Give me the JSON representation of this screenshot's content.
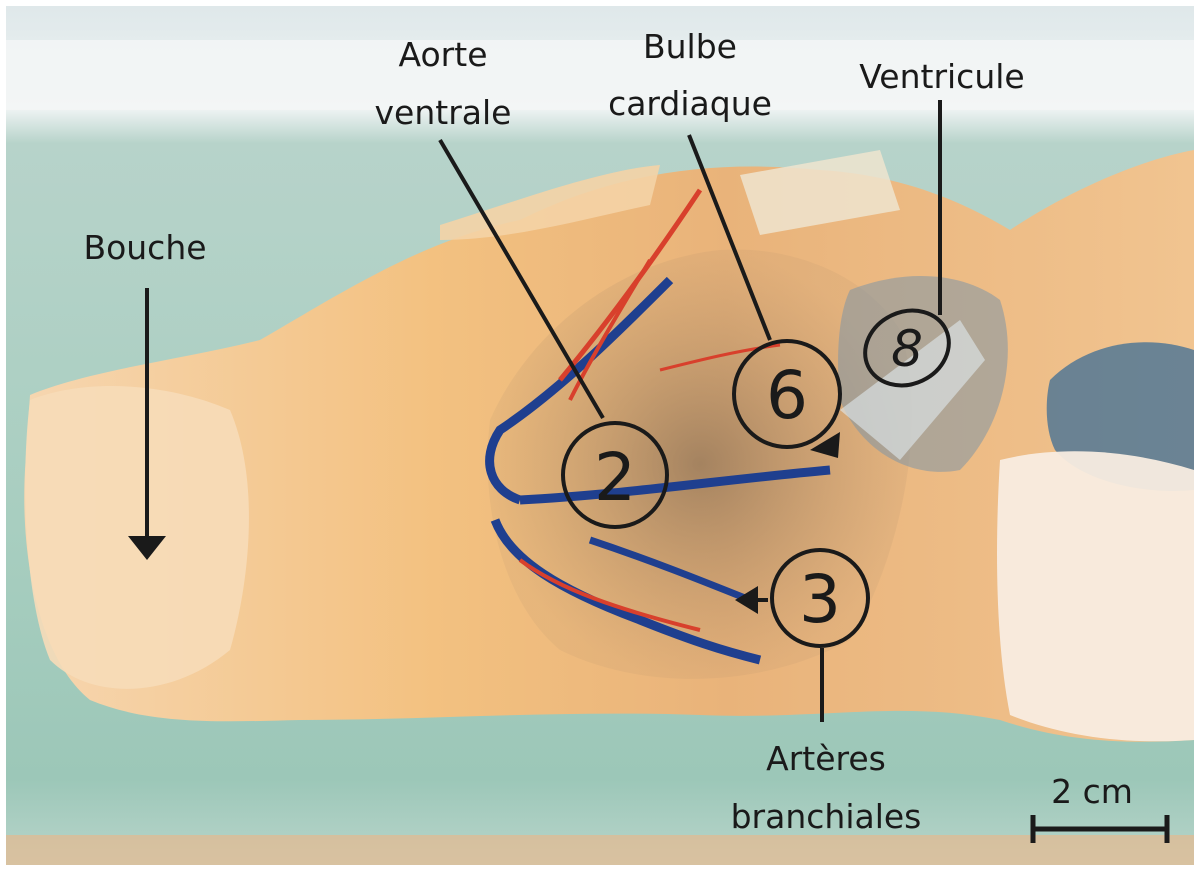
{
  "labels": {
    "bouche": "Bouche",
    "aorte_line1": "Aorte",
    "aorte_line2": "ventrale",
    "bulbe_line1": "Bulbe",
    "bulbe_line2": "cardiaque",
    "ventricule": "Ventricule",
    "arteres_line1": "Artères",
    "arteres_line2": "branchiales"
  },
  "markers": {
    "m2": "2",
    "m3": "3",
    "m6": "6",
    "m8": "8"
  },
  "scale_bar": {
    "label": "2 cm"
  },
  "colors": {
    "tank_water": "#a9cfc1",
    "tissue": "#f2c48a",
    "artery_blue": "#1f3f8f",
    "artery_red": "#d8402c"
  }
}
